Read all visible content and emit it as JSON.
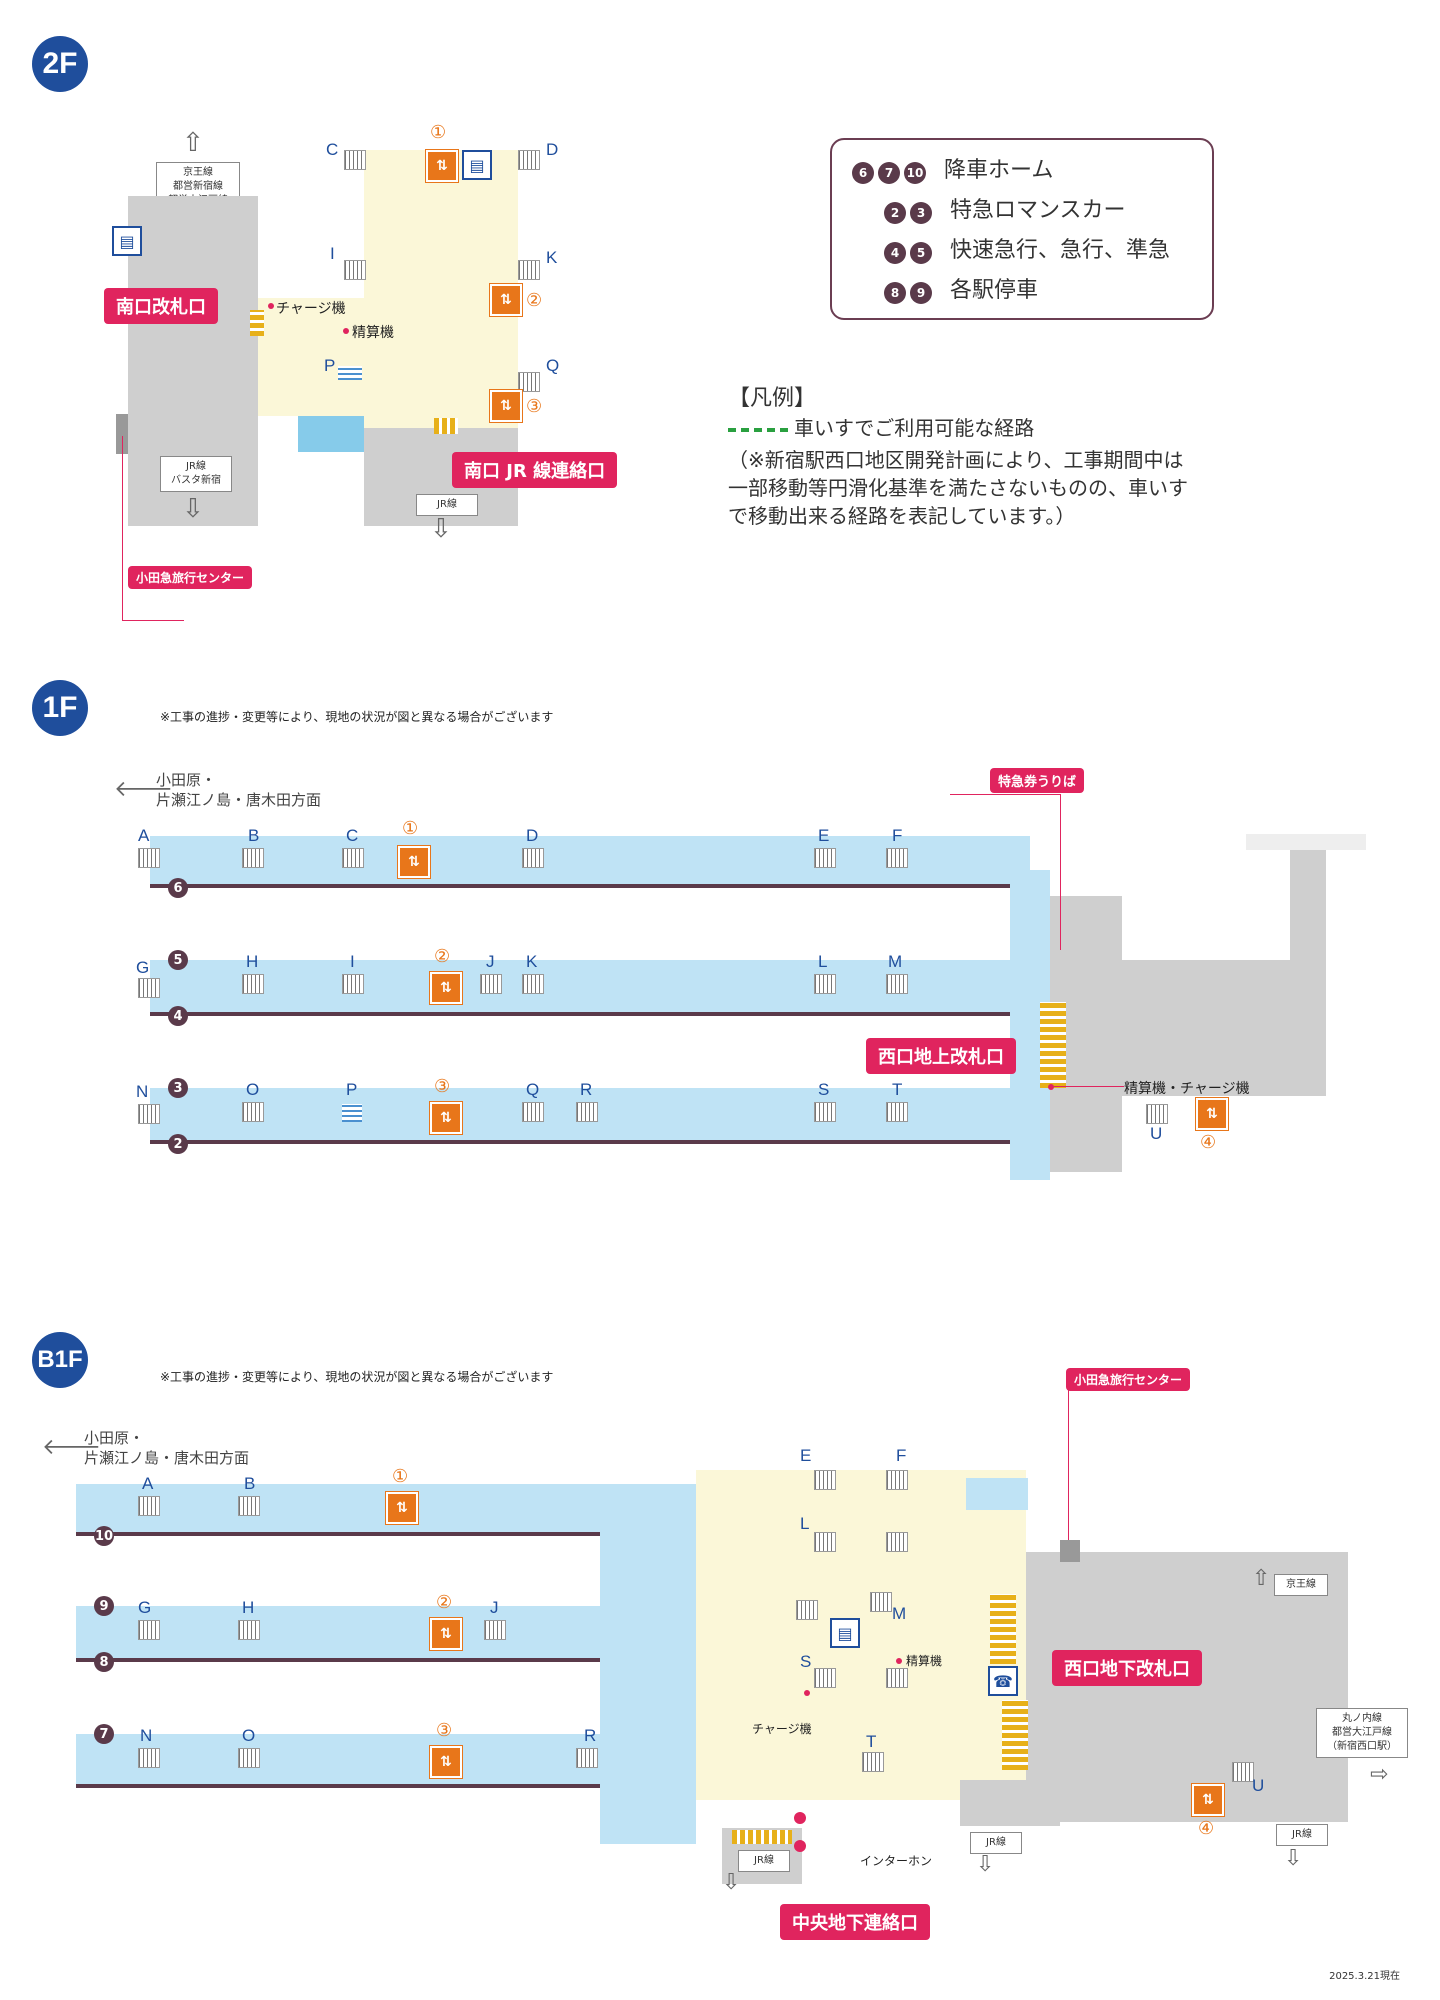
{
  "floors": {
    "f2": {
      "badge": "2F",
      "callouts": {
        "south_gate": "南口改札口",
        "south_jr": "南口 JR 線連絡口",
        "travel_center": "小田急旅行センター"
      },
      "labels": {
        "charge": "チャージ機",
        "fare_adjust": "精算機"
      },
      "destinations": {
        "north": "京王線\n都営新宿線\n都営大江戸線\n（新宿駅）",
        "south": "JR線\nバスタ新宿",
        "jr": "JR線"
      },
      "letters": [
        "C",
        "D",
        "I",
        "K",
        "P",
        "Q"
      ],
      "elevators": [
        "①",
        "②",
        "③"
      ]
    },
    "f1": {
      "badge": "1F",
      "notice": "※工事の進捗・変更等により、現地の状況が図と異なる場合がございます",
      "direction": "小田原・\n片瀬江ノ島・唐木田方面",
      "callouts": {
        "express_ticket": "特急券うりば",
        "west_ground": "西口地上改札口"
      },
      "labels": {
        "fare_charge": "精算機・チャージ機"
      },
      "row1_letters": [
        "A",
        "B",
        "C",
        "D",
        "E",
        "F"
      ],
      "row2_letters": [
        "G",
        "H",
        "I",
        "J",
        "K",
        "L",
        "M"
      ],
      "row3_letters": [
        "N",
        "O",
        "P",
        "Q",
        "R",
        "S",
        "T"
      ],
      "tracks": [
        "6",
        "5",
        "4",
        "3",
        "2"
      ],
      "elevators": [
        "①",
        "②",
        "③",
        "④"
      ],
      "extra_letter": "U"
    },
    "b1": {
      "badge": "B1F",
      "notice": "※工事の進捗・変更等により、現地の状況が図と異なる場合がございます",
      "direction": "小田原・\n片瀬江ノ島・唐木田方面",
      "callouts": {
        "travel_center": "小田急旅行センター",
        "west_under": "西口地下改札口",
        "central_under": "中央地下連絡口"
      },
      "labels": {
        "fare_adjust": "精算機",
        "charge": "チャージ機",
        "intercom": "インターホン"
      },
      "destinations": {
        "keio": "京王線",
        "marunouchi": "丸ノ内線\n都営大江戸線\n（新宿西口駅）",
        "jr1": "JR線",
        "jr2": "JR線",
        "jr3": "JR線"
      },
      "row1_letters": [
        "A",
        "B",
        "E",
        "F"
      ],
      "row2_letters": [
        "G",
        "H",
        "J",
        "L",
        "M"
      ],
      "row3_letters": [
        "N",
        "O",
        "R",
        "S",
        "T",
        "U"
      ],
      "tracks": [
        "10",
        "9",
        "8",
        "7"
      ],
      "elevators": [
        "①",
        "②",
        "③",
        "④"
      ]
    }
  },
  "legend": {
    "rows": [
      {
        "nums": [
          "6",
          "7",
          "10"
        ],
        "text": "降車ホーム"
      },
      {
        "nums": [
          "2",
          "3"
        ],
        "text": "特急ロマンスカー"
      },
      {
        "nums": [
          "4",
          "5"
        ],
        "text": "快速急行、急行、準急"
      },
      {
        "nums": [
          "8",
          "9"
        ],
        "text": "各駅停車"
      }
    ]
  },
  "note": {
    "title": "【凡例】",
    "route": "車いすでご利用可能な経路",
    "line1": "（※新宿駅西口地区開発計画により、工事期間中は",
    "line2": "一部移動等円滑化基準を満たさないものの、車いす",
    "line3": "で移動出来る経路を表記しています。）"
  },
  "footer": {
    "date": "2025.3.21現在"
  },
  "colors": {
    "platform": "#bfe3f5",
    "concourse": "#fbf7d8",
    "wall": "#5a3a4a",
    "accent": "#e0245e",
    "badge": "#1f4e9c",
    "elevator": "#e8761a"
  }
}
